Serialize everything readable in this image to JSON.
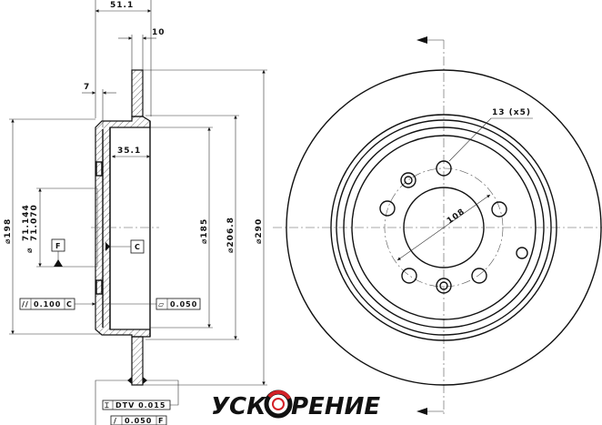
{
  "section_view": {
    "dimensions": {
      "overall_height": "51.1",
      "rotor_thickness": "10",
      "hub_thickness": "7",
      "hat_depth": "35.1",
      "hat_diameter": "⌀198",
      "center_bore_max": "71.144",
      "center_bore_min": "71.070",
      "bore_symbol": "⌀",
      "inner_diameter": "⌀185",
      "inner_ring_diameter": "⌀206.8",
      "outer_diameter": "⌀290"
    },
    "datums": {
      "f": "F",
      "c": "C"
    },
    "tolerances": {
      "parallelism_symbol": "//",
      "parallelism_value": "0.100",
      "parallelism_datum": "C",
      "flatness_symbol": "▱",
      "flatness_value": "0.050",
      "dtv_symbol": "⌶",
      "dtv_value": "DTV 0.015",
      "runout_symbol": "/",
      "runout_value": "0.050",
      "runout_datum": "F"
    }
  },
  "front_view": {
    "bolt_holes_label": "13 (x5)",
    "pcd_label": "108"
  },
  "logo": {
    "text_left": "УСК",
    "text_right": "РЕНИЕ",
    "accent_color": "#d42027"
  }
}
